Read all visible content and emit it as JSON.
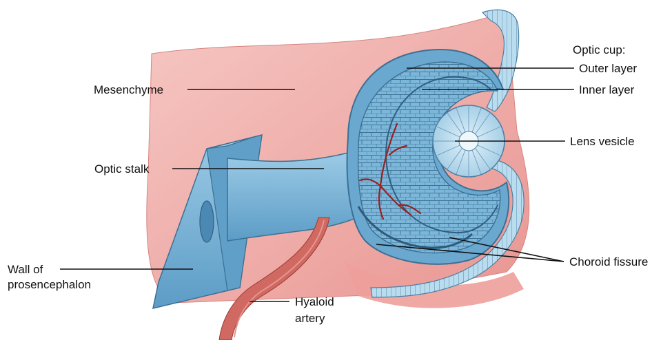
{
  "labels": {
    "optic_cup_heading": "Optic cup:",
    "outer_layer": "Outer layer",
    "inner_layer": "Inner layer",
    "lens_vesicle": "Lens vesicle",
    "choroid_fissure": "Choroid fissure",
    "mesenchyme": "Mesenchyme",
    "optic_stalk": "Optic stalk",
    "wall_line1": "Wall of",
    "wall_line2": "prosencephalon",
    "hyaloid_line1": "Hyaloid",
    "hyaloid_line2": "artery"
  },
  "colors": {
    "mesenchyme_pink": "#efa9a6",
    "tissue_blue": "#74b1d6",
    "tissue_blue_light": "#a9d3ea",
    "cell_outline": "#3c6f93",
    "artery_red": "#c8564f",
    "vessel_dark_red": "#9b1f1f",
    "leader_line": "#111111"
  }
}
